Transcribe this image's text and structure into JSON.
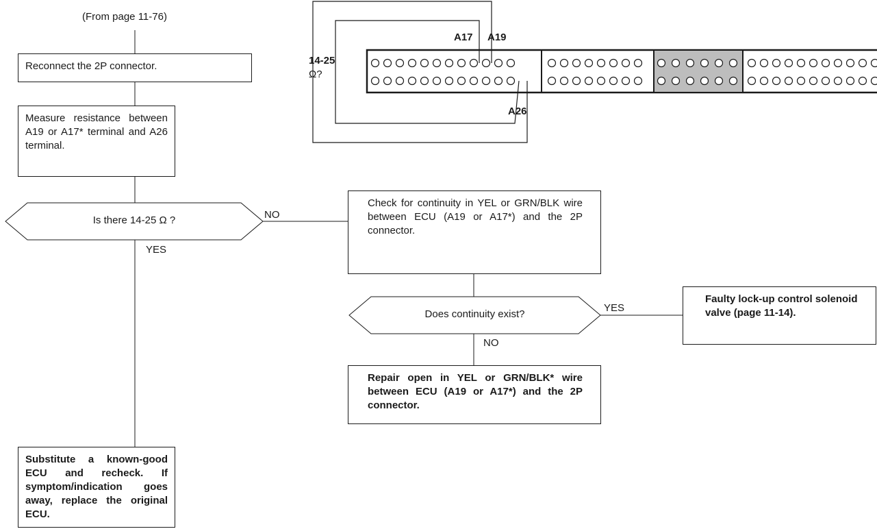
{
  "flow": {
    "from_page": "(From page 11-76)",
    "step_reconnect": "Reconnect the 2P connector.",
    "step_measure": "Measure resistance between A19 or A17* terminal and A26 terminal.",
    "decision_resistance": "Is there 14-25 Ω ?",
    "label_no_1": "NO",
    "label_yes_1": "YES",
    "step_check_continuity": "Check for continuity in YEL or GRN/BLK wire between ECU (A19 or A17*) and the 2P connector.",
    "decision_continuity": "Does continuity exist?",
    "label_yes_2": "YES",
    "label_no_2": "NO",
    "result_faulty_solenoid": "Faulty lock-up control solenoid valve (page 11-14).",
    "result_repair_open": "Repair open in YEL or GRN/BLK* wire between ECU (A19 or A17*) and the 2P connector.",
    "result_substitute_ecu": "Substitute a known-good ECU and recheck. If symptom/indication goes away, replace the original ECU."
  },
  "connector": {
    "pin_a17": "A17",
    "pin_a19": "A19",
    "pin_a26": "A26",
    "meter_range": "14-25",
    "meter_unit": "Ω?"
  }
}
